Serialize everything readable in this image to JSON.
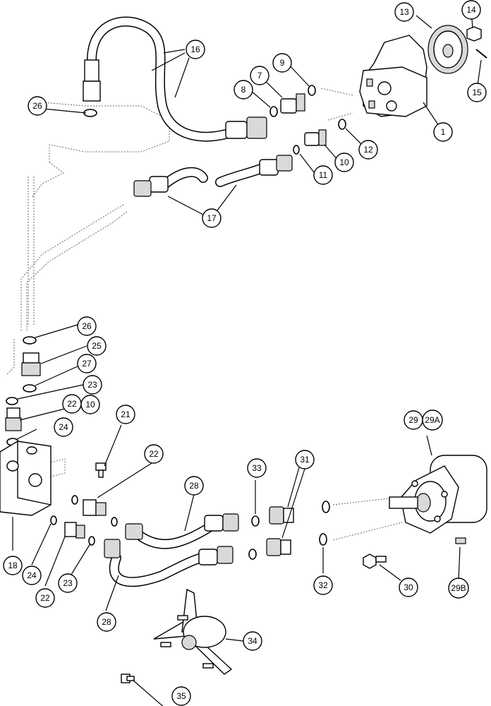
{
  "callouts": [
    {
      "id": "c1",
      "label": "1"
    },
    {
      "id": "c7",
      "label": "7"
    },
    {
      "id": "c8",
      "label": "8"
    },
    {
      "id": "c9",
      "label": "9"
    },
    {
      "id": "c10a",
      "label": "10"
    },
    {
      "id": "c10b",
      "label": "10"
    },
    {
      "id": "c11",
      "label": "11"
    },
    {
      "id": "c12",
      "label": "12"
    },
    {
      "id": "c13",
      "label": "13"
    },
    {
      "id": "c14",
      "label": "14"
    },
    {
      "id": "c15",
      "label": "15"
    },
    {
      "id": "c16",
      "label": "16"
    },
    {
      "id": "c17",
      "label": "17"
    },
    {
      "id": "c18",
      "label": "18"
    },
    {
      "id": "c21",
      "label": "21"
    },
    {
      "id": "c22a",
      "label": "22"
    },
    {
      "id": "c22b",
      "label": "22"
    },
    {
      "id": "c22c",
      "label": "22"
    },
    {
      "id": "c23a",
      "label": "23"
    },
    {
      "id": "c23b",
      "label": "23"
    },
    {
      "id": "c24a",
      "label": "24"
    },
    {
      "id": "c24b",
      "label": "24"
    },
    {
      "id": "c25",
      "label": "25"
    },
    {
      "id": "c26a",
      "label": "26"
    },
    {
      "id": "c26b",
      "label": "26"
    },
    {
      "id": "c27",
      "label": "27"
    },
    {
      "id": "c28a",
      "label": "28"
    },
    {
      "id": "c28b",
      "label": "28"
    },
    {
      "id": "c29",
      "label": "29"
    },
    {
      "id": "c29A",
      "label": "29A"
    },
    {
      "id": "c29B",
      "label": "29B"
    },
    {
      "id": "c30",
      "label": "30"
    },
    {
      "id": "c31",
      "label": "31"
    },
    {
      "id": "c32",
      "label": "32"
    },
    {
      "id": "c33",
      "label": "33"
    },
    {
      "id": "c34",
      "label": "34"
    },
    {
      "id": "c35",
      "label": "35"
    }
  ]
}
